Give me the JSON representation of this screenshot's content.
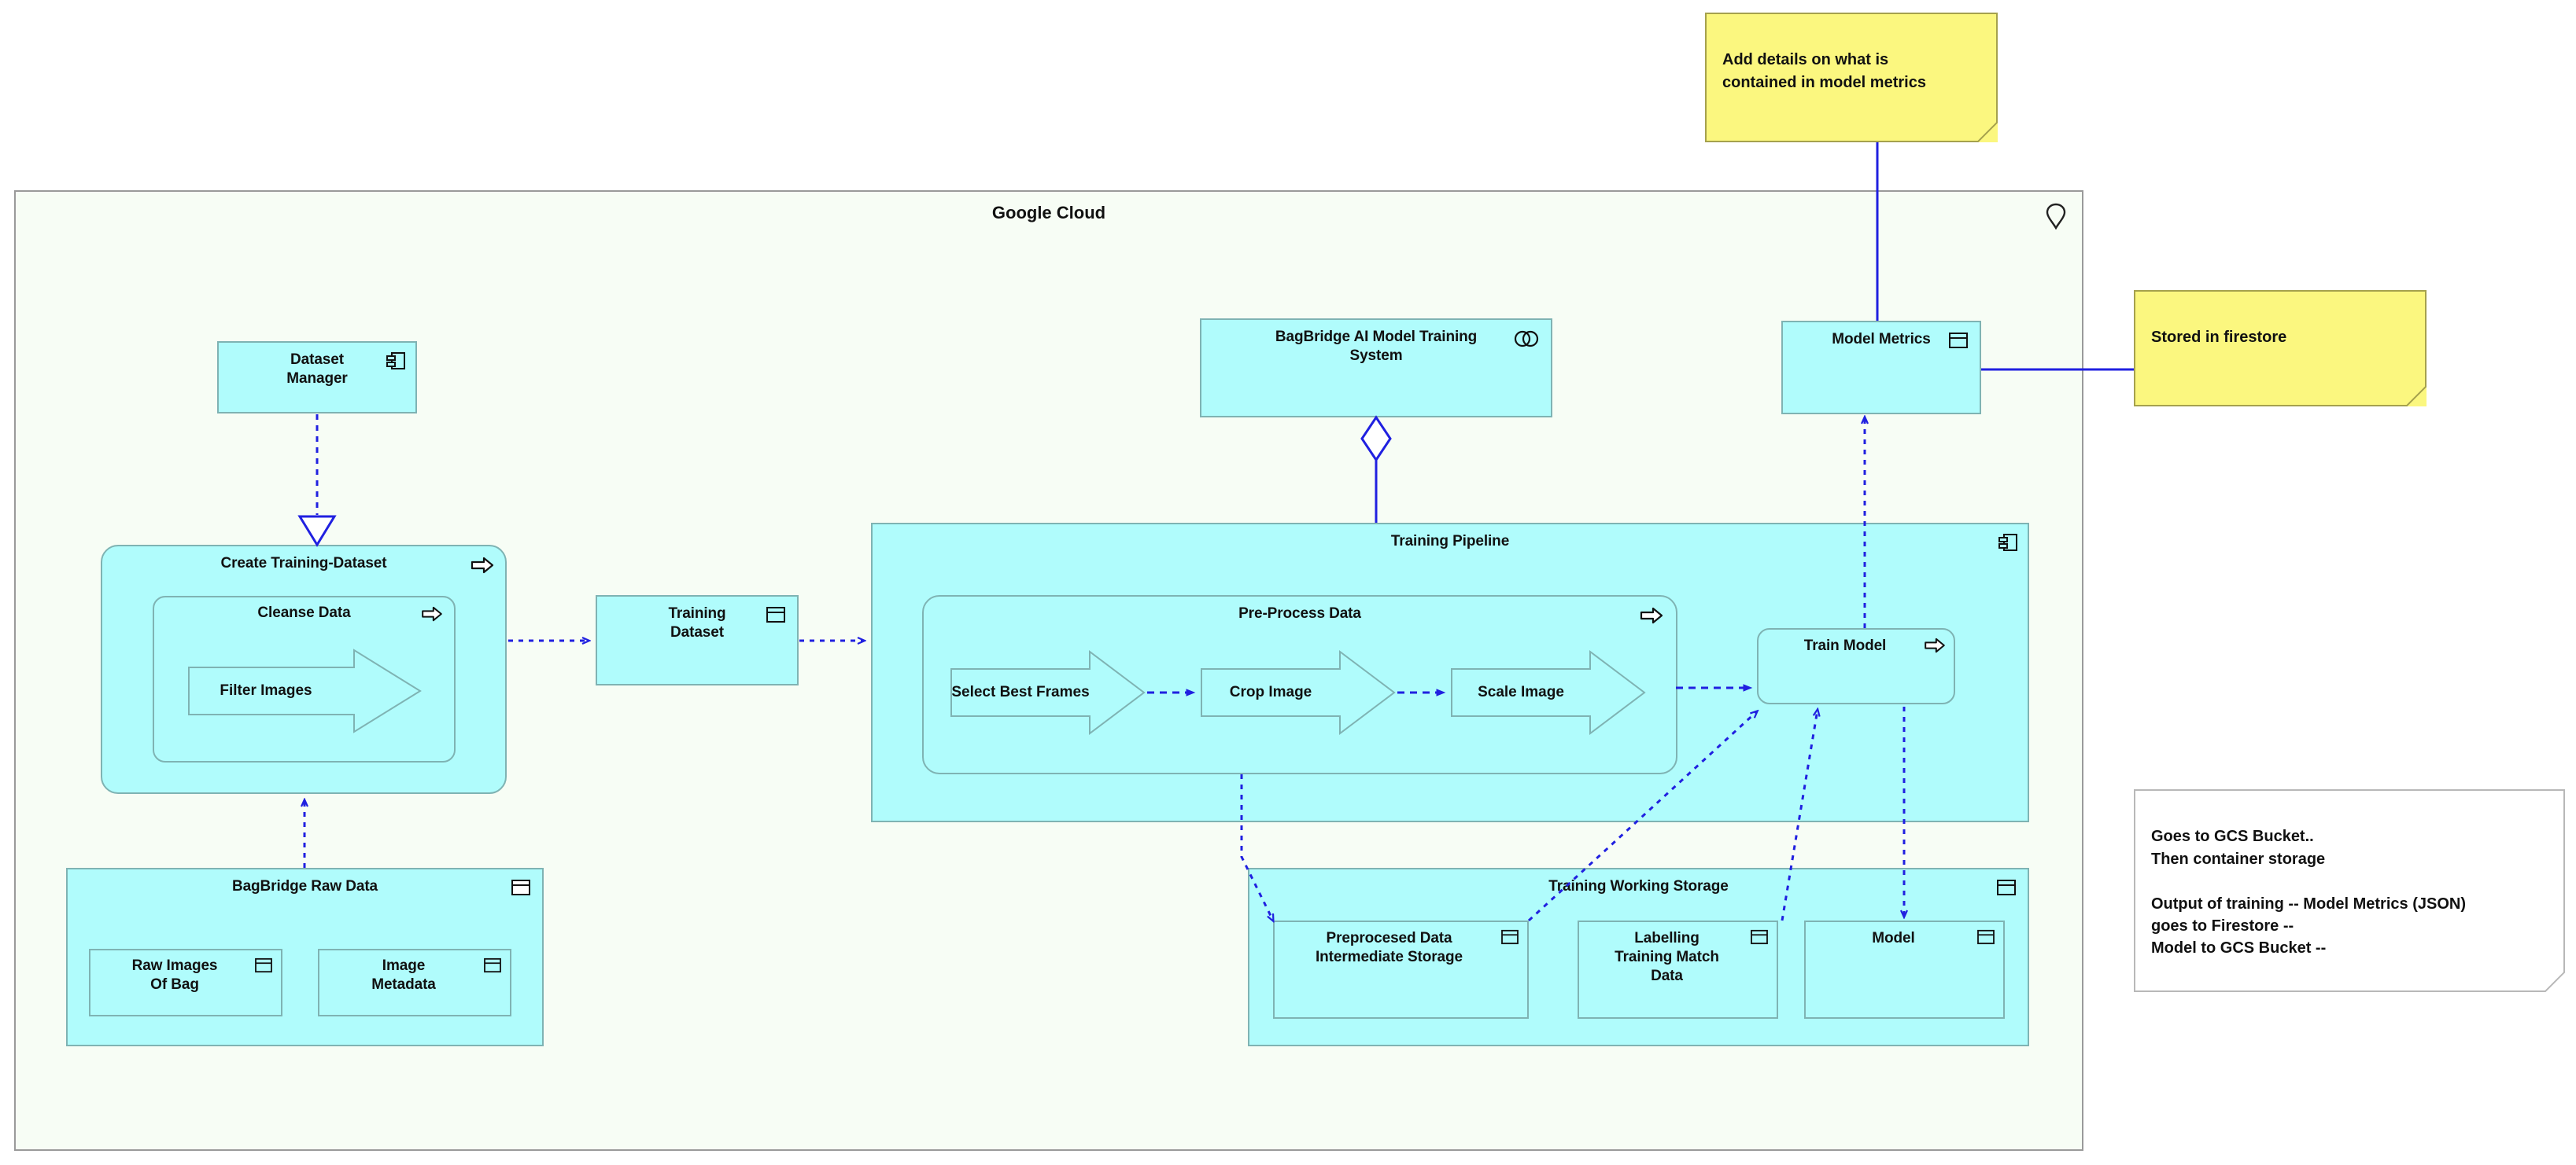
{
  "diagram": {
    "type": "archimate-architecture-diagram",
    "background": "#ffffff",
    "colors": {
      "element_fill": "#b0fcfc",
      "element_border": "#7fb3b3",
      "container_fill": "#f7fdf5",
      "container_border": "#9a9a9a",
      "note_yellow_fill": "#fbf77f",
      "note_yellow_border": "#a5a14d",
      "note_white_fill": "#ffffff",
      "note_white_border": "#b8b8b8",
      "relationship": "#2020e0",
      "text": "#111111"
    }
  },
  "container": {
    "label": "Google Cloud",
    "icon": "location-pin-icon"
  },
  "notes": [
    {
      "id": "note-model-metrics",
      "text": "Add details on what is\ncontained in model metrics",
      "style": "yellow"
    },
    {
      "id": "note-firestore",
      "text": "Stored in firestore",
      "style": "yellow"
    },
    {
      "id": "note-storage",
      "text": "Goes to GCS Bucket..\nThen container storage\n\nOutput of training -- Model Metrics (JSON)\ngoes to Firestore --\nModel to GCS Bucket --",
      "style": "white"
    }
  ],
  "elements": {
    "dataset_manager": {
      "label": "Dataset\nManager",
      "icon": "uml-component-icon"
    },
    "create_training_dataset": {
      "label": "Create Training-Dataset",
      "icon": "process-arrow-icon"
    },
    "cleanse_data": {
      "label": "Cleanse Data",
      "icon": "process-arrow-icon"
    },
    "filter_images": {
      "label": "Filter Images",
      "icon": "block-arrow-shape"
    },
    "bagbridge_raw_data": {
      "label": "BagBridge Raw Data",
      "icon": "data-object-icon"
    },
    "raw_images_of_bag": {
      "label": "Raw Images\nOf Bag",
      "icon": "data-object-icon"
    },
    "image_metadata": {
      "label": "Image\nMetadata",
      "icon": "data-object-icon"
    },
    "training_dataset": {
      "label": "Training\nDataset",
      "icon": "data-object-icon"
    },
    "training_system": {
      "label": "BagBridge AI Model Training\nSystem",
      "icon": "application-collaboration-icon"
    },
    "training_pipeline": {
      "label": "Training Pipeline",
      "icon": "uml-component-icon"
    },
    "pre_process_data": {
      "label": "Pre-Process Data",
      "icon": "process-arrow-icon"
    },
    "select_best_frames": {
      "label": "Select Best Frames",
      "icon": "block-arrow-shape"
    },
    "crop_image": {
      "label": "Crop Image",
      "icon": "block-arrow-shape"
    },
    "scale_image": {
      "label": "Scale Image",
      "icon": "block-arrow-shape"
    },
    "train_model": {
      "label": "Train Model",
      "icon": "process-arrow-icon"
    },
    "model_metrics": {
      "label": "Model Metrics",
      "icon": "data-object-icon"
    },
    "training_working_storage": {
      "label": "Training Working Storage",
      "icon": "data-object-icon"
    },
    "preprocessed_storage": {
      "label": "Preprocesed Data\nIntermediate Storage",
      "icon": "data-object-icon"
    },
    "labelling_match_data": {
      "label": "Labelling\nTraining Match\nData",
      "icon": "data-object-icon"
    },
    "model": {
      "label": "Model",
      "icon": "data-object-icon"
    }
  },
  "relationships": [
    {
      "from": "dataset_manager",
      "to": "create_training_dataset",
      "type": "realization-dashed-hollow-triangle"
    },
    {
      "from": "bagbridge_raw_data",
      "to": "create_training_dataset",
      "type": "dependency-dashed-arrow"
    },
    {
      "from": "cleanse_data",
      "to": "training_dataset",
      "type": "dependency-dashed-arrow"
    },
    {
      "from": "training_dataset",
      "to": "training_pipeline",
      "type": "dependency-dashed-arrow"
    },
    {
      "from": "select_best_frames",
      "to": "crop_image",
      "type": "dependency-dashed-arrow"
    },
    {
      "from": "crop_image",
      "to": "scale_image",
      "type": "dependency-dashed-arrow"
    },
    {
      "from": "scale_image",
      "to": "train_model",
      "type": "dependency-dashed-arrow"
    },
    {
      "from": "training_system",
      "to": "training_pipeline",
      "type": "aggregation-diamond"
    },
    {
      "from": "pre_process_data",
      "to": "preprocessed_storage",
      "type": "dependency-dashed-arrow"
    },
    {
      "from": "preprocessed_storage",
      "to": "train_model",
      "type": "dependency-dashed-arrow"
    },
    {
      "from": "labelling_match_data",
      "to": "train_model",
      "type": "dependency-dashed-arrow"
    },
    {
      "from": "train_model",
      "to": "model",
      "type": "dependency-dashed-arrow"
    },
    {
      "from": "train_model",
      "to": "model_metrics",
      "type": "dependency-dashed-arrow"
    },
    {
      "from": "note-model-metrics",
      "to": "model_metrics",
      "type": "note-link"
    },
    {
      "from": "note-firestore",
      "to": "model_metrics",
      "type": "note-link"
    }
  ]
}
